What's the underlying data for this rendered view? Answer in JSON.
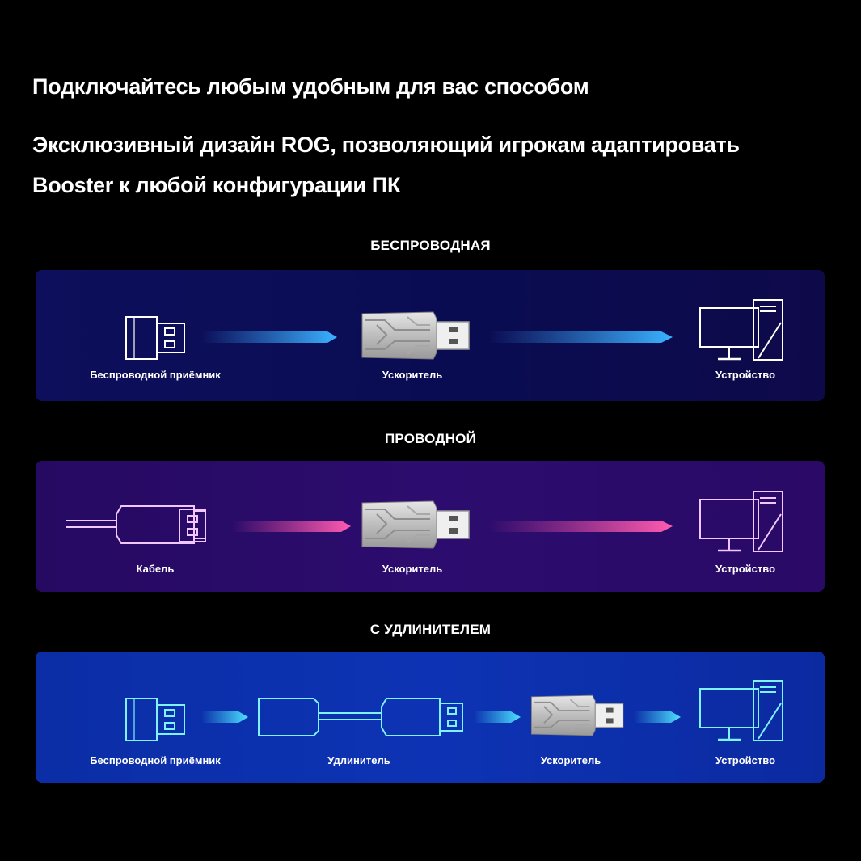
{
  "headline": {
    "line1": "Подключайтесь любым удобным для вас способом",
    "line2": "Эксклюзивный дизайн ROG, позволяющий игрокам адаптировать",
    "line3": "Booster к любой конфигурации ПК"
  },
  "sections": {
    "wireless": {
      "title": "БЕСПРОВОДНАЯ",
      "receiver": "Беспроводной приёмник",
      "booster": "Ускоритель",
      "device": "Устройство"
    },
    "wired": {
      "title": "ПРОВОДНОЙ",
      "cable": "Кабель",
      "booster": "Ускоритель",
      "device": "Устройство"
    },
    "extension": {
      "title": "С УДЛИНИТЕЛЕМ",
      "receiver": "Беспроводной приёмник",
      "extender": "Удлинитель",
      "booster": "Ускоритель",
      "device": "Устройство"
    }
  },
  "colors": {
    "wireless_arrow": "#3aa8ff",
    "wired_arrow": "#ff4fa8",
    "extension_arrow": "#3fd6f5",
    "wireless_outline": "#ffffff",
    "wired_outline": "#f2c6ff",
    "extension_outline": "#7ef2ff"
  }
}
